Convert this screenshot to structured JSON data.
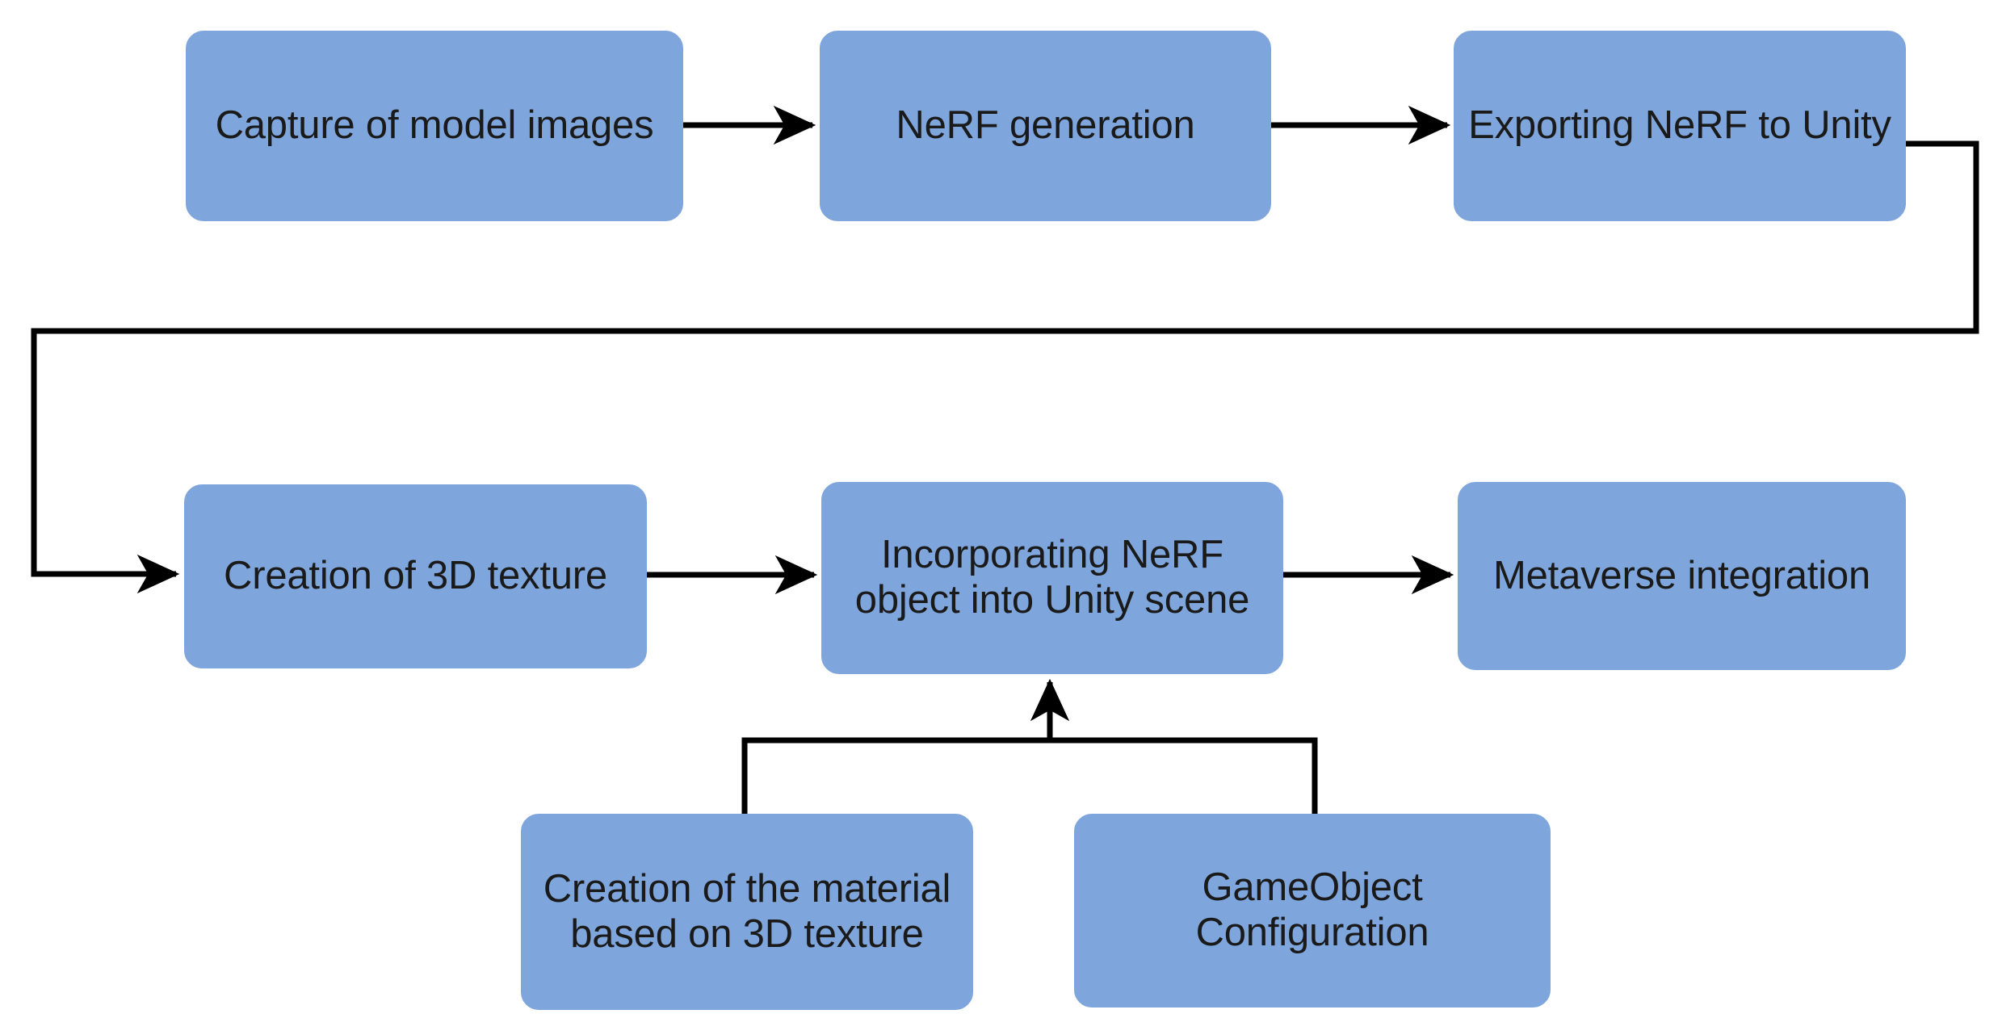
{
  "diagram": {
    "title": "NeRF to Metaverse pipeline flowchart",
    "background_color": "#ffffff",
    "node_fill_color": "#7FA6DC",
    "node_text_color": "#1a1a1a",
    "edge_color": "#000000",
    "nodes": [
      {
        "id": "capture",
        "label": "Capture of model images"
      },
      {
        "id": "nerf_gen",
        "label": "NeRF generation"
      },
      {
        "id": "export_unity",
        "label": "Exporting NeRF to Unity"
      },
      {
        "id": "texture_3d",
        "label": "Creation of 3D texture"
      },
      {
        "id": "incorporate",
        "label": "Incorporating NeRF object into Unity scene"
      },
      {
        "id": "metaverse",
        "label": "Metaverse integration"
      },
      {
        "id": "material",
        "label": "Creation of the material based on 3D texture"
      },
      {
        "id": "gameobject",
        "label": "GameObject Configuration"
      }
    ],
    "edges": [
      {
        "from": "capture",
        "to": "nerf_gen"
      },
      {
        "from": "nerf_gen",
        "to": "export_unity"
      },
      {
        "from": "export_unity",
        "to": "texture_3d"
      },
      {
        "from": "texture_3d",
        "to": "incorporate"
      },
      {
        "from": "incorporate",
        "to": "metaverse"
      },
      {
        "from": "material",
        "to": "incorporate"
      },
      {
        "from": "gameobject",
        "to": "incorporate"
      }
    ]
  }
}
